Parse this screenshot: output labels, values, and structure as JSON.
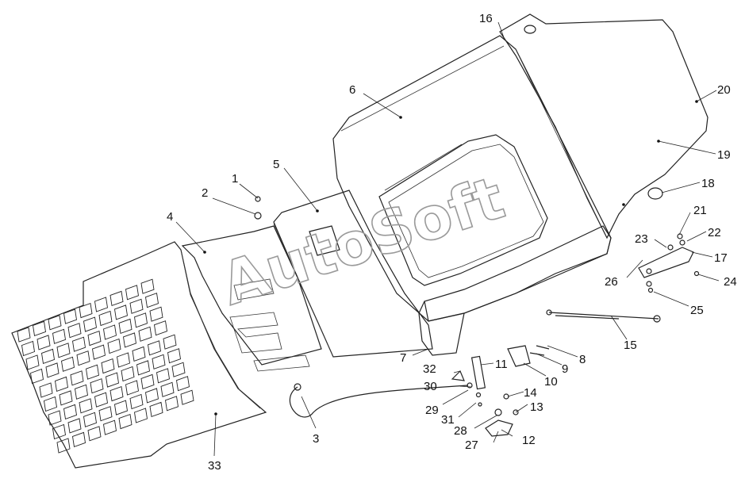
{
  "watermark": "AutoSoft",
  "callouts": [
    {
      "id": "c1",
      "label": "1"
    },
    {
      "id": "c2",
      "label": "2"
    },
    {
      "id": "c3",
      "label": "3"
    },
    {
      "id": "c4",
      "label": "4"
    },
    {
      "id": "c5",
      "label": "5"
    },
    {
      "id": "c6",
      "label": "6"
    },
    {
      "id": "c7",
      "label": "7"
    },
    {
      "id": "c8",
      "label": "8"
    },
    {
      "id": "c9",
      "label": "9"
    },
    {
      "id": "c10",
      "label": "10"
    },
    {
      "id": "c11",
      "label": "11"
    },
    {
      "id": "c12",
      "label": "12"
    },
    {
      "id": "c13",
      "label": "13"
    },
    {
      "id": "c14",
      "label": "14"
    },
    {
      "id": "c15",
      "label": "15"
    },
    {
      "id": "c16",
      "label": "16"
    },
    {
      "id": "c17",
      "label": "17"
    },
    {
      "id": "c18",
      "label": "18"
    },
    {
      "id": "c19",
      "label": "19"
    },
    {
      "id": "c20",
      "label": "20"
    },
    {
      "id": "c21",
      "label": "21"
    },
    {
      "id": "c22",
      "label": "22"
    },
    {
      "id": "c23",
      "label": "23"
    },
    {
      "id": "c24",
      "label": "24"
    },
    {
      "id": "c25",
      "label": "25"
    },
    {
      "id": "c26",
      "label": "26"
    },
    {
      "id": "c27",
      "label": "27"
    },
    {
      "id": "c28",
      "label": "28"
    },
    {
      "id": "c29",
      "label": "29"
    },
    {
      "id": "c30",
      "label": "30"
    },
    {
      "id": "c31",
      "label": "31"
    },
    {
      "id": "c32",
      "label": "32"
    },
    {
      "id": "c33",
      "label": "33"
    }
  ]
}
